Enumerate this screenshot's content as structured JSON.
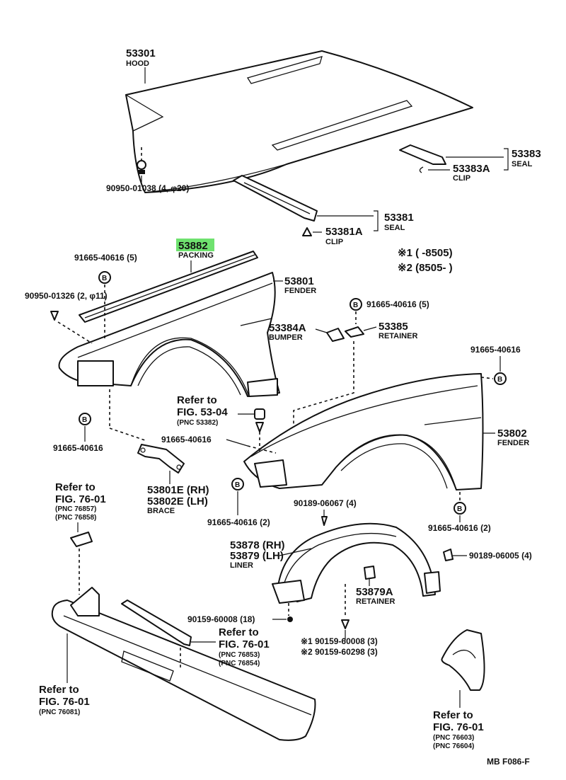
{
  "labels": {
    "hood_num": "53301",
    "hood_name": "HOOD",
    "hood_bolt": "90950-01038 (4, φ20)",
    "seal_a_num": "53383",
    "seal_a_name": "SEAL",
    "clip_a_num": "53383A",
    "clip_a_name": "CLIP",
    "seal_b_num": "53381",
    "seal_b_name": "SEAL",
    "clip_b_num": "53381A",
    "clip_b_name": "CLIP",
    "packing_num": "53882",
    "packing_name": "PACKING",
    "bolt_91665_5_left": "91665-40616 (5)",
    "clip_90950_01326": "90950-01326 (2, φ11)",
    "fender_rh_num": "53801",
    "fender_rh_name": "FENDER",
    "legend_1": "※1 (       -8505)",
    "legend_2": "※2 (8505-        )",
    "bolt_91665_5_right": "91665-40616 (5)",
    "bumper_num": "53384A",
    "bumper_name": "BUMPER",
    "retainer_num": "53385",
    "retainer_name": "RETAINER",
    "bolt_91665_right_top": "91665-40616",
    "refer_5304_a": "Refer to",
    "refer_5304_b": "FIG. 53-04",
    "refer_5304_c": "(PNC 53382)",
    "bolt_91665_left_mid": "91665-40616",
    "bolt_91665_center": "91665-40616",
    "fender_lh_num": "53802",
    "fender_lh_name": "FENDER",
    "brace_rh": "53801E (RH)",
    "brace_lh": "53802E (LH)",
    "brace_name": "BRACE",
    "refer_7601a_a": "Refer to",
    "refer_7601a_b": "FIG. 76-01",
    "refer_7601a_c": "(PNC 76857)",
    "refer_7601a_d": "(PNC 76858)",
    "bolt_91665_2_center": "91665-40616 (2)",
    "bolt_91665_2_right": "91665-40616 (2)",
    "screw_90189_06067": "90189-06067 (4)",
    "liner_rh": "53878 (RH)",
    "liner_lh": "53879 (LH)",
    "liner_name": "LINER",
    "screw_90189_06005": "90189-06005 (4)",
    "liner_ret_num": "53879A",
    "liner_ret_name": "RETAINER",
    "screw_90159_18": "90159-60008 (18)",
    "refer_7601b_a": "Refer to",
    "refer_7601b_b": "FIG. 76-01",
    "refer_7601b_c": "(PNC 76853)",
    "refer_7601b_d": "(PNC 76854)",
    "screw_x1": "※1 90159-60008 (3)",
    "screw_x2": "※2 90159-60298 (3)",
    "refer_7601c_a": "Refer to",
    "refer_7601c_b": "FIG. 76-01",
    "refer_7601c_c": "(PNC 76081)",
    "refer_7601d_a": "Refer to",
    "refer_7601d_b": "FIG. 76-01",
    "refer_7601d_c": "(PNC 76603)",
    "refer_7601d_d": "(PNC 76604)",
    "footer_code": "MB  F086-F",
    "bolt_marker": "B"
  },
  "colors": {
    "highlight": "#6fe26f",
    "line": "#111111",
    "background": "#ffffff"
  }
}
